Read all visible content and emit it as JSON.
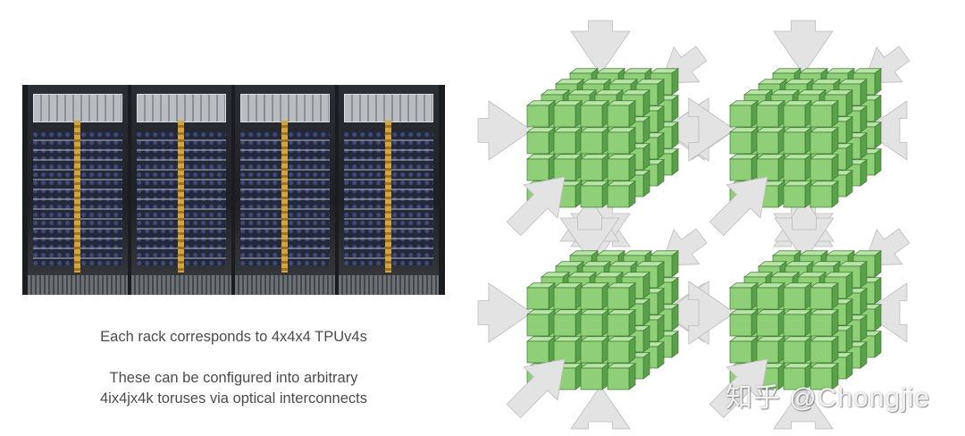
{
  "photo": {
    "racks": [
      {
        "name": "rack-1"
      },
      {
        "name": "rack-2"
      },
      {
        "name": "rack-3"
      },
      {
        "name": "rack-4"
      }
    ]
  },
  "captions": {
    "line1": "Each rack corresponds to 4x4x4 TPUv4s",
    "line2": "These can be configured into arbitrary",
    "line3": "4ix4jx4k toruses via optical interconnects"
  },
  "diagram": {
    "cube_colors": {
      "top": "#b8e4a6",
      "left": "#8fcf78",
      "right": "#5aa04a",
      "edge": "#3d7a32"
    },
    "arrow_color": "#e3e3e3",
    "grid": "4x4x4",
    "blocks": [
      {
        "name": "block-top-left"
      },
      {
        "name": "block-top-right"
      },
      {
        "name": "block-bottom-left"
      },
      {
        "name": "block-bottom-right"
      }
    ]
  },
  "watermark": {
    "text": "知乎 @Chongjie"
  }
}
